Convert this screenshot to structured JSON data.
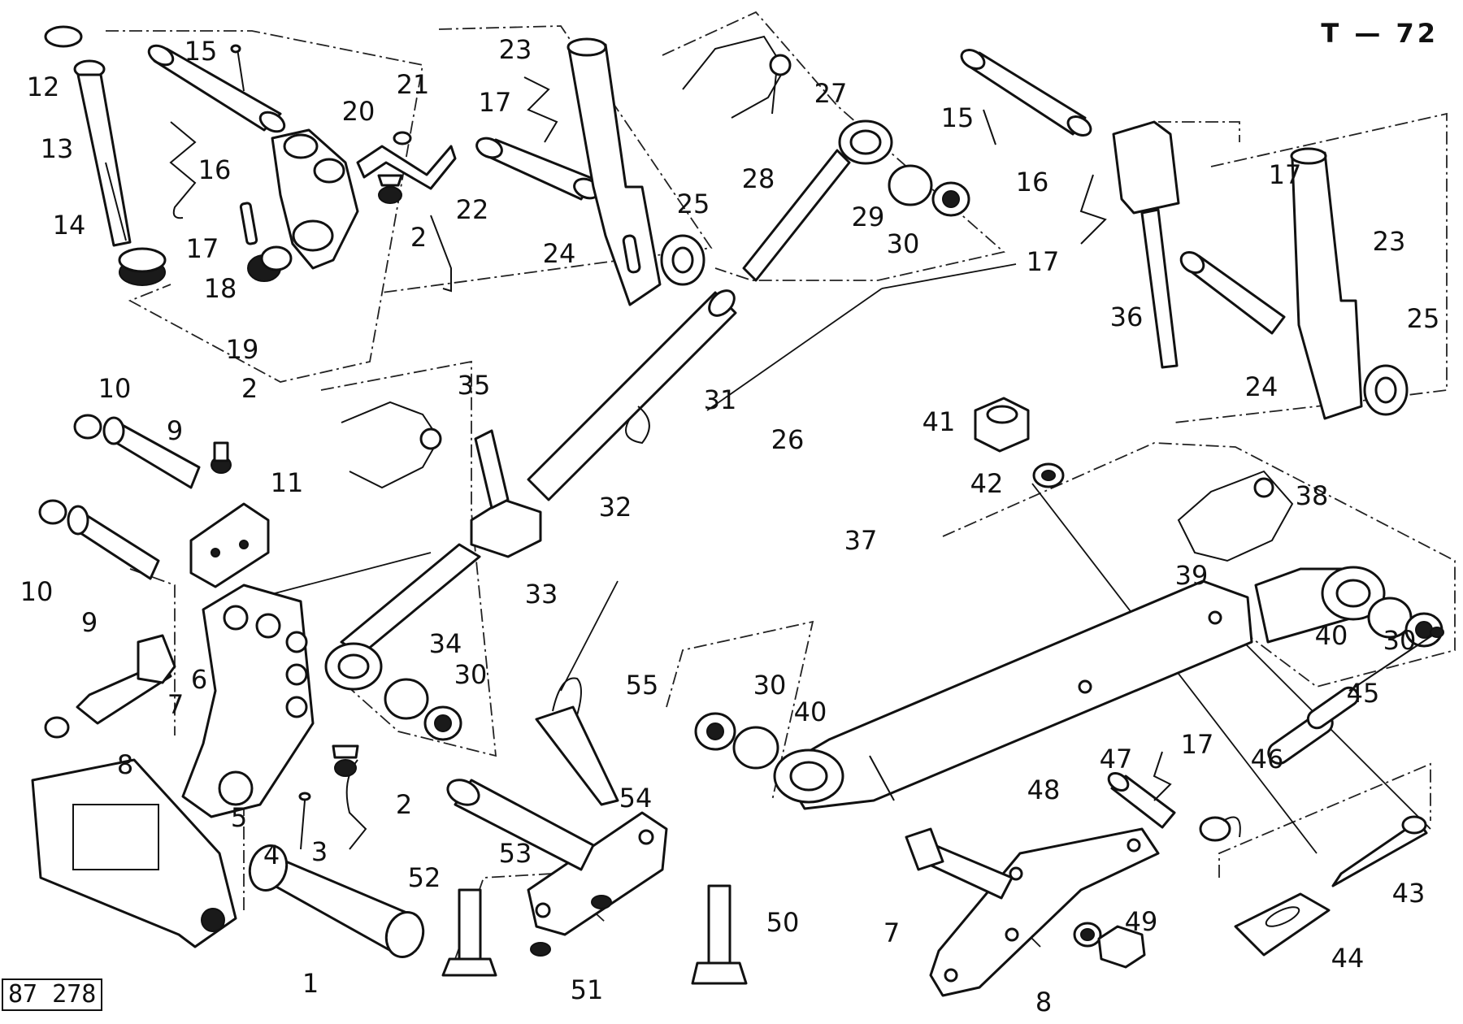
{
  "sheet_code": "T — 72",
  "drawing_ref": "87 278",
  "callouts": [
    {
      "id": "c1",
      "text": "1"
    },
    {
      "id": "c2a",
      "text": "2"
    },
    {
      "id": "c2b",
      "text": "2"
    },
    {
      "id": "c2c",
      "text": "2"
    },
    {
      "id": "c3",
      "text": "3"
    },
    {
      "id": "c4",
      "text": "4"
    },
    {
      "id": "c5",
      "text": "5"
    },
    {
      "id": "c6",
      "text": "6"
    },
    {
      "id": "c7a",
      "text": "7"
    },
    {
      "id": "c7b",
      "text": "7"
    },
    {
      "id": "c8a",
      "text": "8"
    },
    {
      "id": "c8b",
      "text": "8"
    },
    {
      "id": "c9a",
      "text": "9"
    },
    {
      "id": "c9b",
      "text": "9"
    },
    {
      "id": "c10a",
      "text": "10"
    },
    {
      "id": "c10b",
      "text": "10"
    },
    {
      "id": "c11",
      "text": "11"
    },
    {
      "id": "c12",
      "text": "12"
    },
    {
      "id": "c13",
      "text": "13"
    },
    {
      "id": "c14",
      "text": "14"
    },
    {
      "id": "c15a",
      "text": "15"
    },
    {
      "id": "c15b",
      "text": "15"
    },
    {
      "id": "c16a",
      "text": "16"
    },
    {
      "id": "c16b",
      "text": "16"
    },
    {
      "id": "c17a",
      "text": "17"
    },
    {
      "id": "c17b",
      "text": "17"
    },
    {
      "id": "c17c",
      "text": "17"
    },
    {
      "id": "c17d",
      "text": "17"
    },
    {
      "id": "c17e",
      "text": "17"
    },
    {
      "id": "c18",
      "text": "18"
    },
    {
      "id": "c19",
      "text": "19"
    },
    {
      "id": "c20",
      "text": "20"
    },
    {
      "id": "c21",
      "text": "21"
    },
    {
      "id": "c22",
      "text": "22"
    },
    {
      "id": "c23a",
      "text": "23"
    },
    {
      "id": "c23b",
      "text": "23"
    },
    {
      "id": "c24a",
      "text": "24"
    },
    {
      "id": "c24b",
      "text": "24"
    },
    {
      "id": "c25a",
      "text": "25"
    },
    {
      "id": "c25b",
      "text": "25"
    },
    {
      "id": "c26",
      "text": "26"
    },
    {
      "id": "c27",
      "text": "27"
    },
    {
      "id": "c28",
      "text": "28"
    },
    {
      "id": "c29",
      "text": "29"
    },
    {
      "id": "c30a",
      "text": "30"
    },
    {
      "id": "c30b",
      "text": "30"
    },
    {
      "id": "c30c",
      "text": "30"
    },
    {
      "id": "c30d",
      "text": "30"
    },
    {
      "id": "c31",
      "text": "31"
    },
    {
      "id": "c32",
      "text": "32"
    },
    {
      "id": "c33",
      "text": "33"
    },
    {
      "id": "c34",
      "text": "34"
    },
    {
      "id": "c35",
      "text": "35"
    },
    {
      "id": "c36",
      "text": "36"
    },
    {
      "id": "c37",
      "text": "37"
    },
    {
      "id": "c38",
      "text": "38"
    },
    {
      "id": "c39",
      "text": "39"
    },
    {
      "id": "c40a",
      "text": "40"
    },
    {
      "id": "c40b",
      "text": "40"
    },
    {
      "id": "c41",
      "text": "41"
    },
    {
      "id": "c42",
      "text": "42"
    },
    {
      "id": "c43",
      "text": "43"
    },
    {
      "id": "c44",
      "text": "44"
    },
    {
      "id": "c45",
      "text": "45"
    },
    {
      "id": "c46",
      "text": "46"
    },
    {
      "id": "c47",
      "text": "47"
    },
    {
      "id": "c48",
      "text": "48"
    },
    {
      "id": "c49",
      "text": "49"
    },
    {
      "id": "c50",
      "text": "50"
    },
    {
      "id": "c51",
      "text": "51"
    },
    {
      "id": "c52",
      "text": "52"
    },
    {
      "id": "c53",
      "text": "53"
    },
    {
      "id": "c54",
      "text": "54"
    },
    {
      "id": "c55",
      "text": "55"
    }
  ]
}
